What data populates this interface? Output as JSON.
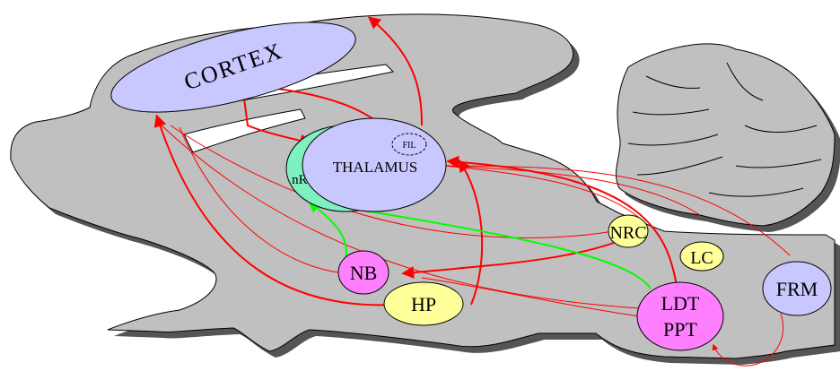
{
  "labels": {
    "cortex": "CORTEX",
    "thalamus": "THALAMUS",
    "fil": "FIL",
    "nrt": "nRT",
    "nrc": "NRC",
    "lc": "LC",
    "nb": "NB",
    "hp": "HP",
    "ldt": "LDT",
    "ppt": "PPT",
    "frm": "FRM"
  },
  "colors": {
    "brain_fill": "#c0c0c0",
    "shadow": "#555555",
    "cortex_fill": "#c8c8ff",
    "thalamus_fill": "#c8c8ff",
    "nrt_fill": "#7ff0c0",
    "yellow_nucleus": "#ffff99",
    "magenta_nucleus": "#ff80ff",
    "frm_fill": "#c8c8ff",
    "red_arrow": "#ff0000",
    "green_arrow": "#00ff00"
  }
}
